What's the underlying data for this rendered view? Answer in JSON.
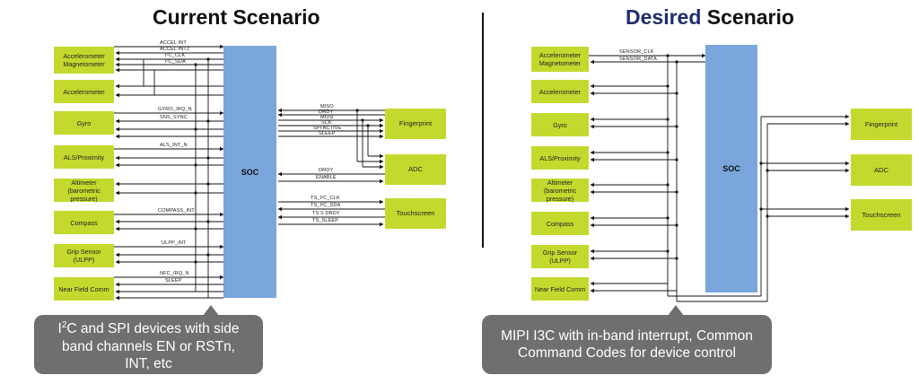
{
  "left": {
    "title": "Current Scenario",
    "soc": "SOC",
    "devices": [
      "Accelerometer Magnetometer",
      "Accelerometer",
      "Gyro",
      "ALS/Proximity",
      "Altimeter (barometric pressure)",
      "Compass",
      "Grip Sensor (ULPP)",
      "Near Field Comm"
    ],
    "peripherals": [
      "Fingerprint",
      "ADC",
      "Touchscreen"
    ],
    "signals": {
      "accel_int": "ACCEL INT",
      "accel_int2": "ACCEL INT2",
      "pd_clk": "I²C_CLK",
      "i2c_sda": "I²C_SDA",
      "gyro_irq_n": "GYRO_IRQ_N",
      "sns_sync": "SNS_SYNC",
      "als_int_n": "ALS_INT_N",
      "compass_int": "COMPASS_INT",
      "ulpp_int": "ULPP_INT",
      "nfc_irq_n": "NFC_IRQ_N",
      "sleep": "SLEEP",
      "miso": "MISO",
      "drdy": "DRDY",
      "mosi": "MOSI",
      "sck": "SCK",
      "spi_active": "SPI ACTIVE",
      "fp_sleep": "SLEEP",
      "adc_drdy": "DRDY",
      "adc_enable": "ENABLE",
      "ts_clk": "TS_I²C_CLK",
      "ts_sda": "TS_I²C_SDA",
      "ts_drdy": "TS S DRDY",
      "ts_sleep": "TS_SLEEP"
    },
    "callout_lines": [
      "C and SPI devices with side",
      "band channels EN or RSTn,",
      "INT, etc"
    ],
    "callout_prefix": "I",
    "callout_sup": "2"
  },
  "right": {
    "title_accent": "Desired",
    "title_rest": " Scenario",
    "soc": "SOC",
    "devices": [
      "Accelerometer Magnetometer",
      "Accelerometer",
      "Gyro",
      "ALS/Proximity",
      "Altimeter (barometric pressure)",
      "Compass",
      "Grip Sensor (ULPP)",
      "Near Field Comm"
    ],
    "peripherals": [
      "Fingerprint",
      "ADC",
      "Touchscreen"
    ],
    "signals": {
      "sensor_clk": "SENSOR_CLK",
      "sensor_data": "SENSOR_DATA"
    },
    "callout": "MIPI I3C with in-band interrupt, Common Command Codes for device control"
  },
  "colors": {
    "device": "#c4d92e",
    "soc": "#7aa6dc",
    "callout": "#6f6f6f",
    "title_accent": "#1f2d6b"
  }
}
